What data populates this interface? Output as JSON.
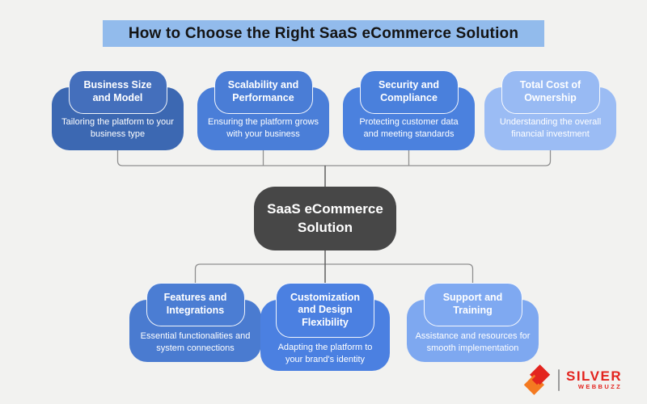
{
  "title": "How to Choose the Right SaaS eCommerce Solution",
  "title_bar_color": "#92bbec",
  "center_node": {
    "label": "SaaS eCommerce Solution",
    "color": "#474747"
  },
  "top_nodes": [
    {
      "title": "Business Size and Model",
      "description": "Tailoring the platform to your business type",
      "body_color": "#3c68b2",
      "pill_color": "#446fbc"
    },
    {
      "title": "Scalability and Performance",
      "description": "Ensuring the platform grows with your business",
      "body_color": "#4a7ed8",
      "pill_color": "#4a7dd6"
    },
    {
      "title": "Security and Compliance",
      "description": "Protecting customer data and meeting standards",
      "body_color": "#4b81de",
      "pill_color": "#4a80dc"
    },
    {
      "title": "Total Cost of Ownership",
      "description": "Understanding the overall financial investment",
      "body_color": "#9bbcf4",
      "pill_color": "#98baf3"
    }
  ],
  "bottom_nodes": [
    {
      "title": "Features and Integrations",
      "description": "Essential functionalities and system connections",
      "body_color": "#4a7bd0",
      "pill_color": "#4b7dd3"
    },
    {
      "title": "Customization and Design Flexibility",
      "description": "Adapting the platform to your brand's identity",
      "body_color": "#4b80e1",
      "pill_color": "#4b80e1"
    },
    {
      "title": "Support and Training",
      "description": "Assistance and resources for smooth implementation",
      "body_color": "#7ea8f0",
      "pill_color": "#7fa9f1"
    }
  ],
  "logo": {
    "name": "SILVER",
    "subname": "WEBBUZZ",
    "brand_red": "#e3241e",
    "brand_orange": "#f47a21"
  },
  "colors": {
    "background": "#f2f2f0",
    "line": "#8f8f8f",
    "line_dark": "#5f5f5f"
  }
}
